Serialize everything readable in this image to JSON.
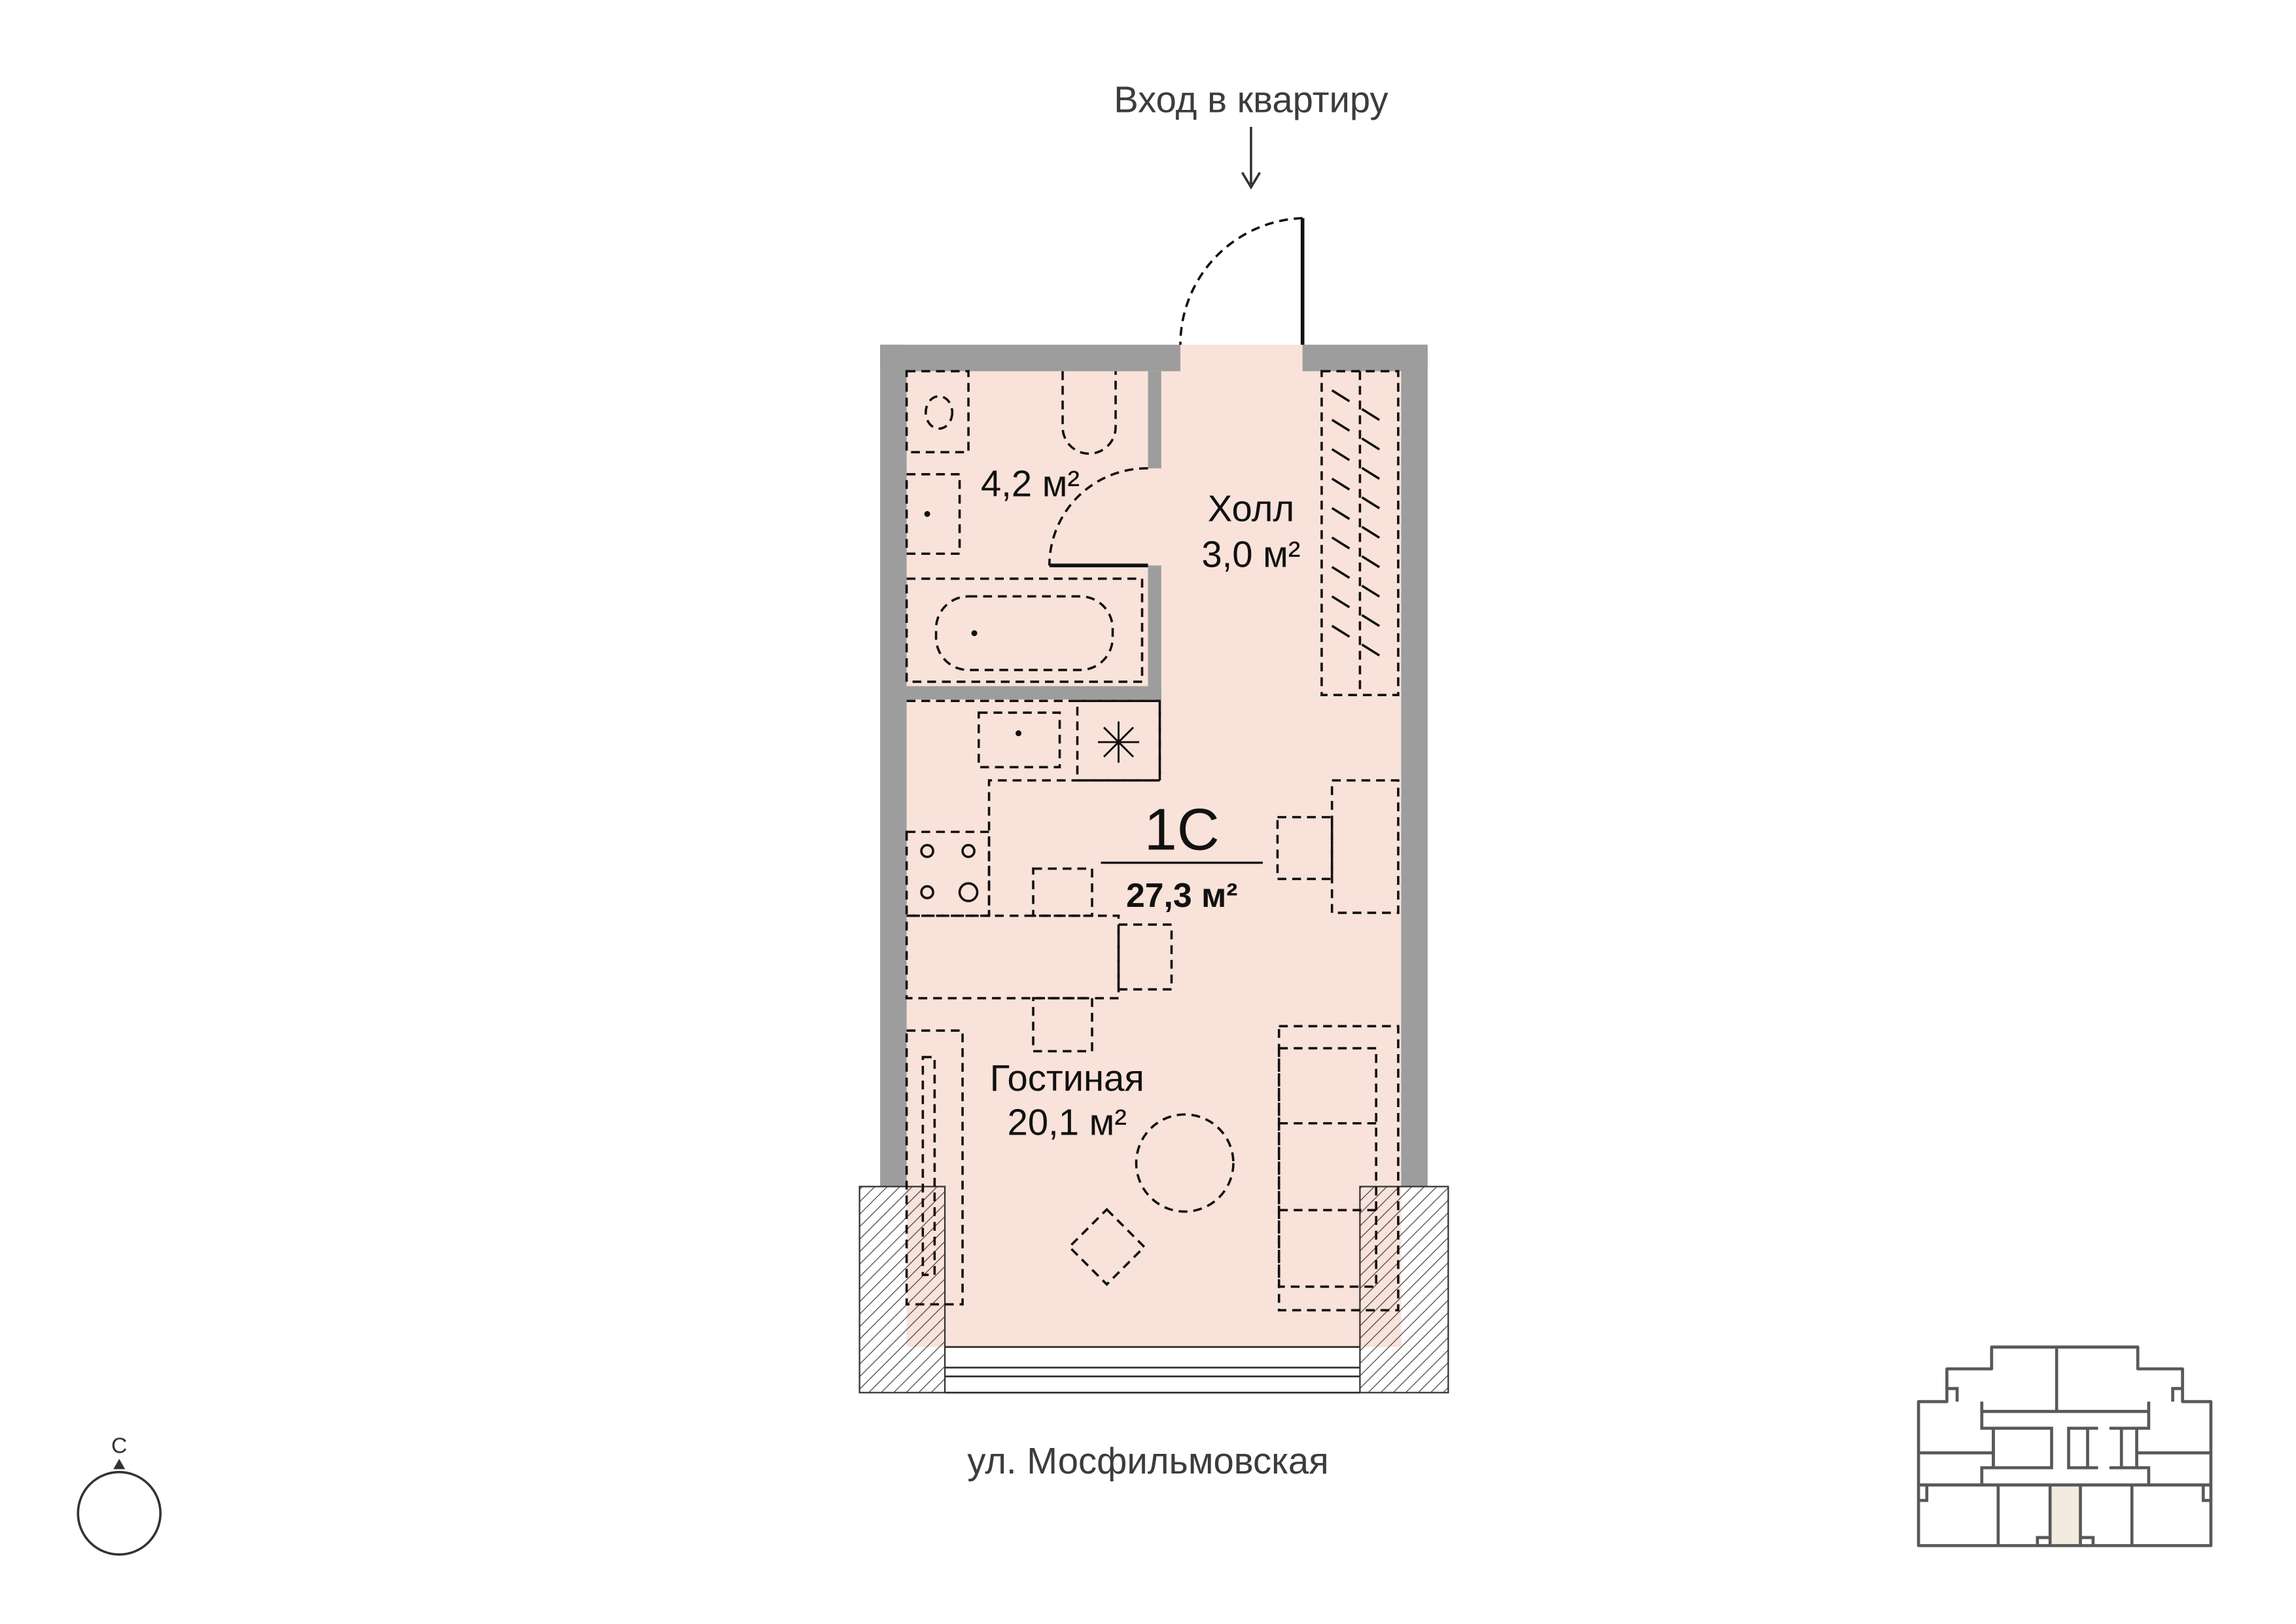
{
  "entrance_label": "Вход в квартиру",
  "street_label": "ул. Мосфильмовская",
  "compass_label": "С",
  "apartment": {
    "type": "1С",
    "total_area": "27,3 м²"
  },
  "rooms": [
    {
      "name": "",
      "area": "4,2 м²"
    },
    {
      "name": "Холл",
      "area": "3,0 м²"
    },
    {
      "name": "Гостиная",
      "area": "20,1 м²"
    }
  ],
  "colors": {
    "floor": "#f9e2da",
    "wall": "#9d9d9d",
    "keyplan_highlight": "#f3ebe0",
    "keyplan_stroke": "#595959"
  }
}
